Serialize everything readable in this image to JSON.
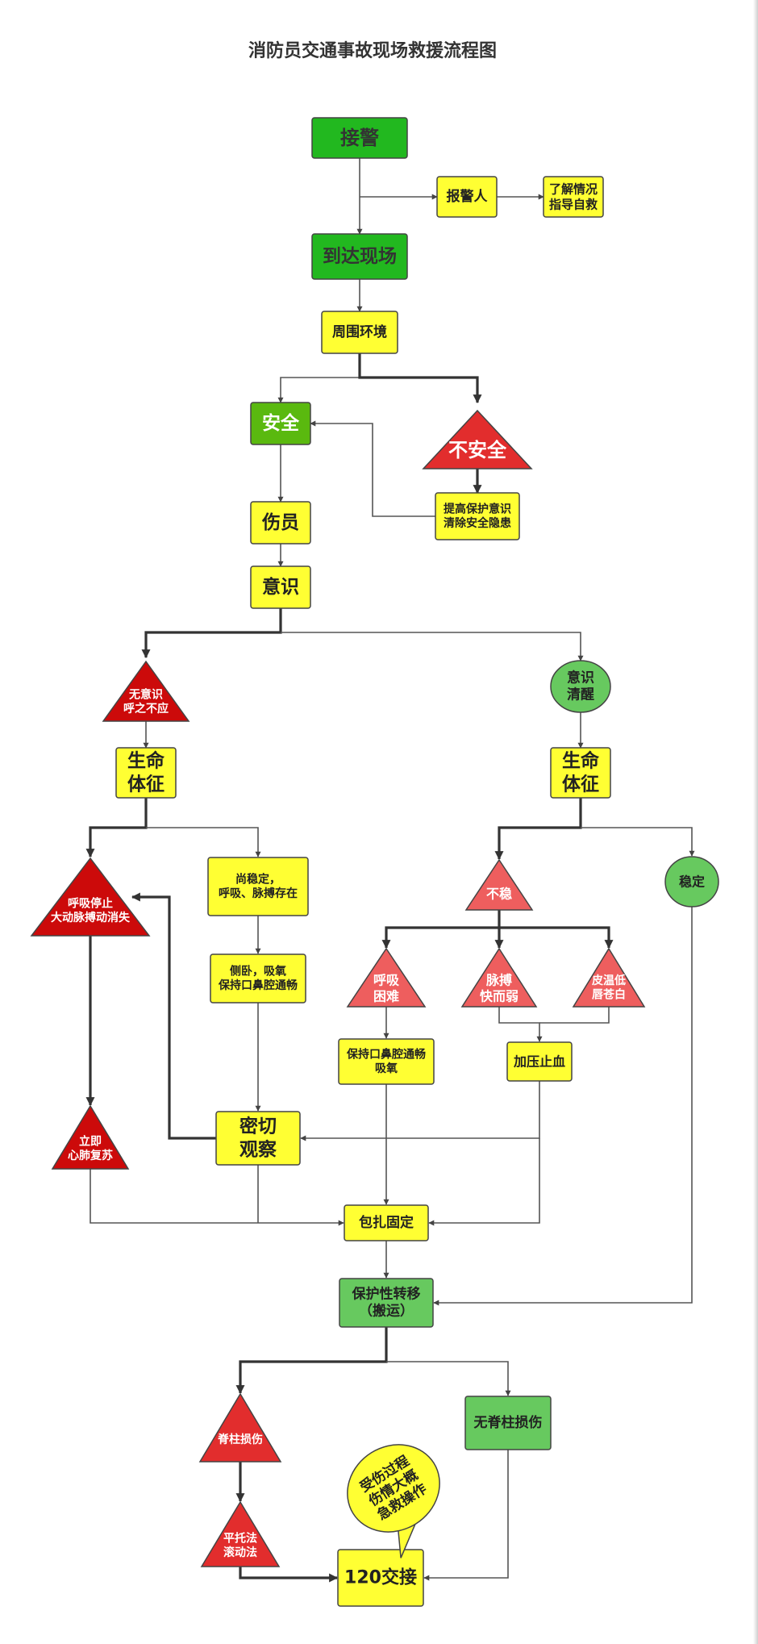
{
  "title": "消防员交通事故现场救援流程图",
  "colors": {
    "dark_green": "#22b81f",
    "mid_green": "#5ab90f",
    "light_green": "#67c95f",
    "yellow": "#ffff33",
    "red": "#e22d2d",
    "dark_red": "#cc0a0a",
    "pink_red": "#ee5e5e"
  },
  "nodes": {
    "receive_alarm": {
      "text": [
        "接警"
      ]
    },
    "reporter": {
      "text": [
        "报警人"
      ]
    },
    "self_rescue": {
      "text": [
        "了解情况",
        "指导自救"
      ]
    },
    "arrive_scene": {
      "text": [
        "到达现场"
      ]
    },
    "surroundings": {
      "text": [
        "周围环境"
      ]
    },
    "safe": {
      "text": [
        "安全"
      ]
    },
    "unsafe": {
      "text": [
        "不安全"
      ]
    },
    "eliminate_hazard": {
      "text": [
        "提高保护意识",
        "清除安全隐患"
      ]
    },
    "casualty": {
      "text": [
        "伤员"
      ]
    },
    "consciousness": {
      "text": [
        "意识"
      ]
    },
    "unconscious": {
      "text": [
        "无意识",
        "呼之不应"
      ]
    },
    "conscious": {
      "text": [
        "意识",
        "清醒"
      ]
    },
    "vital_signs_left": {
      "text": [
        "生命",
        "体征"
      ]
    },
    "vital_signs_right": {
      "text": [
        "生命",
        "体征"
      ]
    },
    "no_breath_pulse": {
      "text": [
        "呼吸停止",
        "大动脉搏动消失"
      ]
    },
    "still_stable": {
      "text": [
        "尚稳定，",
        "呼吸、脉搏存在"
      ]
    },
    "lateral_oxygen": {
      "text": [
        "侧卧，吸氧",
        "保持口鼻腔通畅"
      ]
    },
    "cpr": {
      "text": [
        "立即",
        "心肺复苏"
      ]
    },
    "observe": {
      "text": [
        "密切",
        "观察"
      ]
    },
    "unstable": {
      "text": [
        "不稳"
      ]
    },
    "stable": {
      "text": [
        "稳定"
      ]
    },
    "breathing_difficulty": {
      "text": [
        "呼吸",
        "困难"
      ]
    },
    "fast_weak_pulse": {
      "text": [
        "脉搏",
        "快而弱"
      ]
    },
    "cold_pale_skin": {
      "text": [
        "皮温低",
        "唇苍白"
      ]
    },
    "airway_oxygen": {
      "text": [
        "保持口鼻腔通畅",
        "吸氧"
      ]
    },
    "press_bleeding": {
      "text": [
        "加压止血"
      ]
    },
    "bandage_fix": {
      "text": [
        "包扎固定"
      ]
    },
    "protective_transfer": {
      "text": [
        "保护性转移",
        "（搬运）"
      ]
    },
    "spinal_injury": {
      "text": [
        "脊柱损伤"
      ]
    },
    "no_spinal_injury": {
      "text": [
        "无脊柱损伤"
      ]
    },
    "flat_roll": {
      "text": [
        "平托法",
        "滚动法"
      ]
    },
    "handover_120": {
      "text": [
        "120交接"
      ]
    },
    "callout": {
      "text": [
        "受伤过程",
        "伤情大概",
        "急救操作"
      ]
    }
  }
}
